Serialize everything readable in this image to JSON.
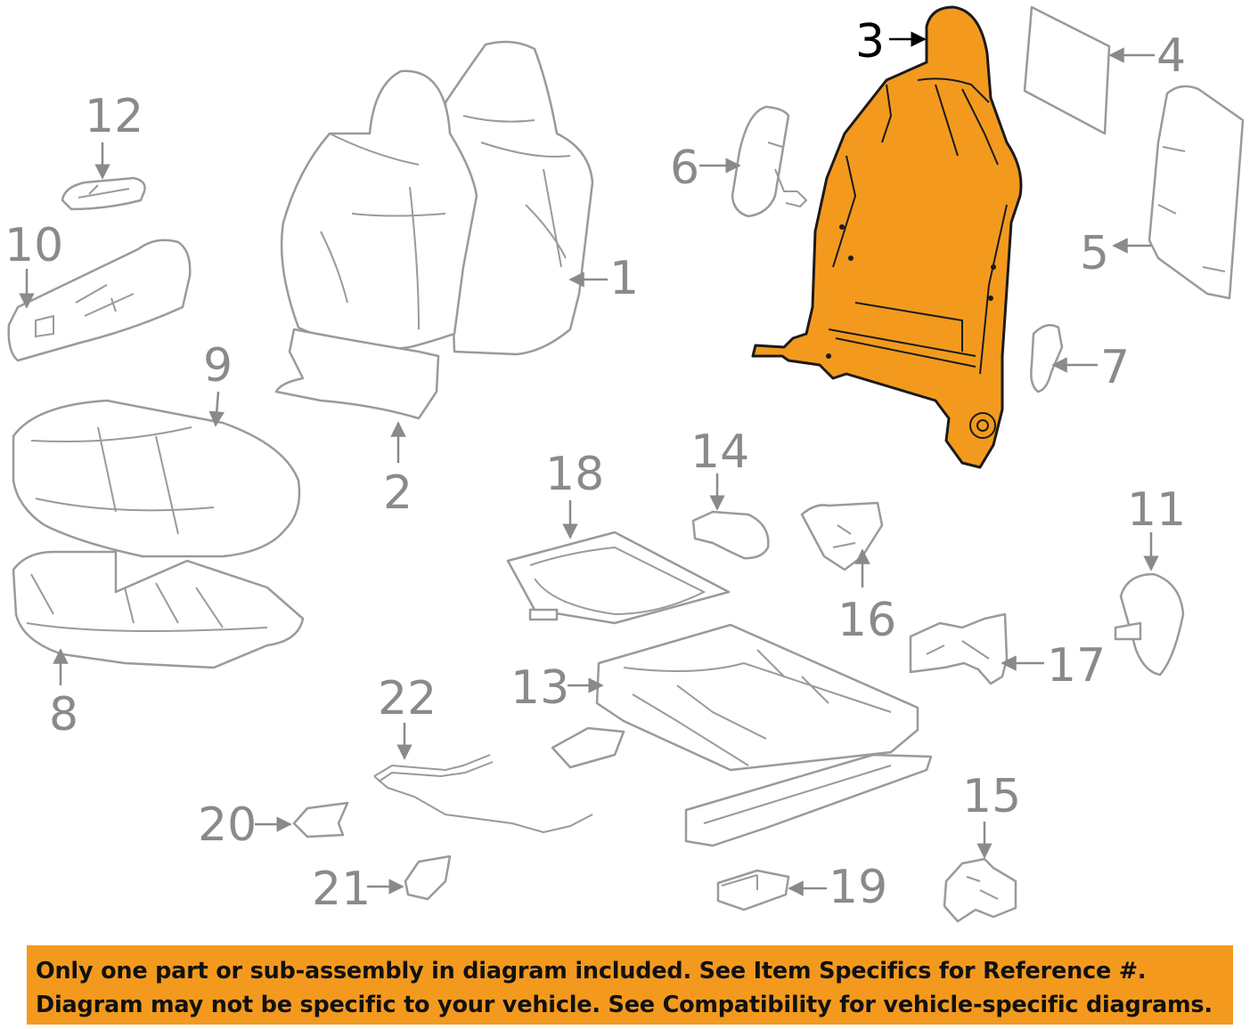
{
  "colors": {
    "highlight_fill": "#f39a1e",
    "banner_fill": "#f39a1e",
    "callout_text": "#8a8a8a",
    "callout_highlight_text": "#000000"
  },
  "highlighted_part": "3",
  "callouts": {
    "c1": "1",
    "c2": "2",
    "c3": "3",
    "c4": "4",
    "c5": "5",
    "c6": "6",
    "c7": "7",
    "c8": "8",
    "c9": "9",
    "c10": "10",
    "c11": "11",
    "c12": "12",
    "c13": "13",
    "c14": "14",
    "c15": "15",
    "c16": "16",
    "c17": "17",
    "c18": "18",
    "c19": "19",
    "c20": "20",
    "c21": "21",
    "c22": "22"
  },
  "banner": {
    "line1": "Only one part or sub-assembly in diagram included. See Item Specifics for Reference #.",
    "line2": "Diagram may not be specific to your vehicle. See Compatibility for vehicle-specific diagrams."
  }
}
